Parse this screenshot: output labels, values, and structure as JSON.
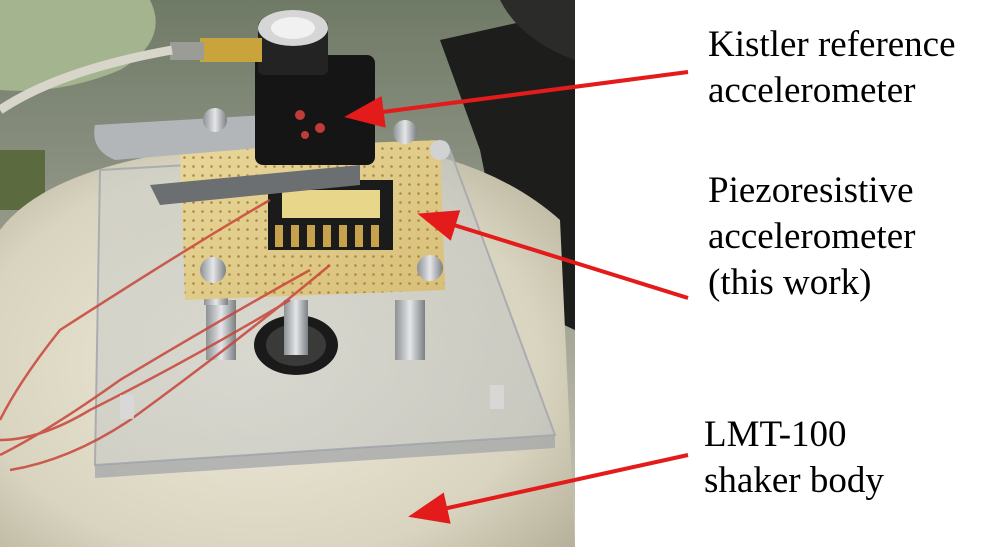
{
  "labels": {
    "kistler": [
      "Kistler  reference",
      "accelerometer"
    ],
    "piezo": [
      "Piezoresistive",
      "accelerometer",
      "(this work)"
    ],
    "lmt": [
      "LMT-100",
      "shaker body"
    ]
  },
  "colors": {
    "arrow": "#e31b1b",
    "text": "#000000",
    "background": "#ffffff"
  }
}
